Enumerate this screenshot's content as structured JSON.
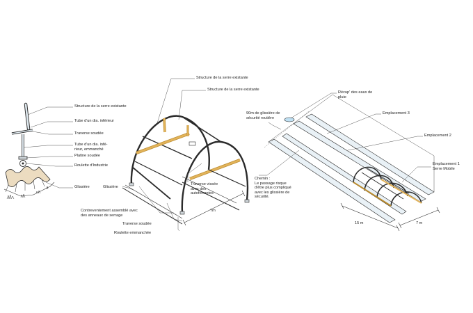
{
  "colors": {
    "line": "#2b2b2b",
    "thin": "#555555",
    "wood": "#e2b35a",
    "wood_stroke": "#b98a2d",
    "rail": "#e9f1f6",
    "water": "#bfe0f3",
    "tube": "#dfe9ef"
  },
  "icons": {
    "pipe_assembly": "pipe-assembly-icon",
    "greenhouse": "greenhouse-frame-icon",
    "site_plan": "site-plan-icon"
  },
  "left_detail": {
    "labels": [
      "Structure de la serre existante",
      "Tube d'un dia. inférieur",
      "Traverse soudée",
      "Tube d'un dia. infé-\nrieur, emmanché",
      "Platine soudée",
      "Roulette d'Industrie",
      "Glissière"
    ]
  },
  "middle_detail": {
    "structure_top_1": "Structure de la serre existante",
    "structure_top_2": "Structure de la serre existante",
    "traverse_vissee": "Traverse vissée\navec des\nautoforrantes",
    "glissiere": "Glissière",
    "contreventement": "Contreventement assemblé avec\ndes anneaux de serrage",
    "traverse_soudee": "Traverse soudée",
    "roulette": "Roulette emmanchée",
    "dim_7m": "7m"
  },
  "right_detail": {
    "recup": "Récup' des eaux de\npluie",
    "glissiere_90m": "90m de glissière de\nsécurité routière",
    "emplacement3": "Emplacement 3",
    "emplacement2": "Emplacement 2",
    "emplacement1": "Emplacement 1\nSerre Mobile",
    "chemin": "Chemin :\nLe passage risque\nd'être plus compliqué\navec les glissière de\nsécurité.",
    "dim_15m": "15 m",
    "dim_7m": "7 m"
  }
}
